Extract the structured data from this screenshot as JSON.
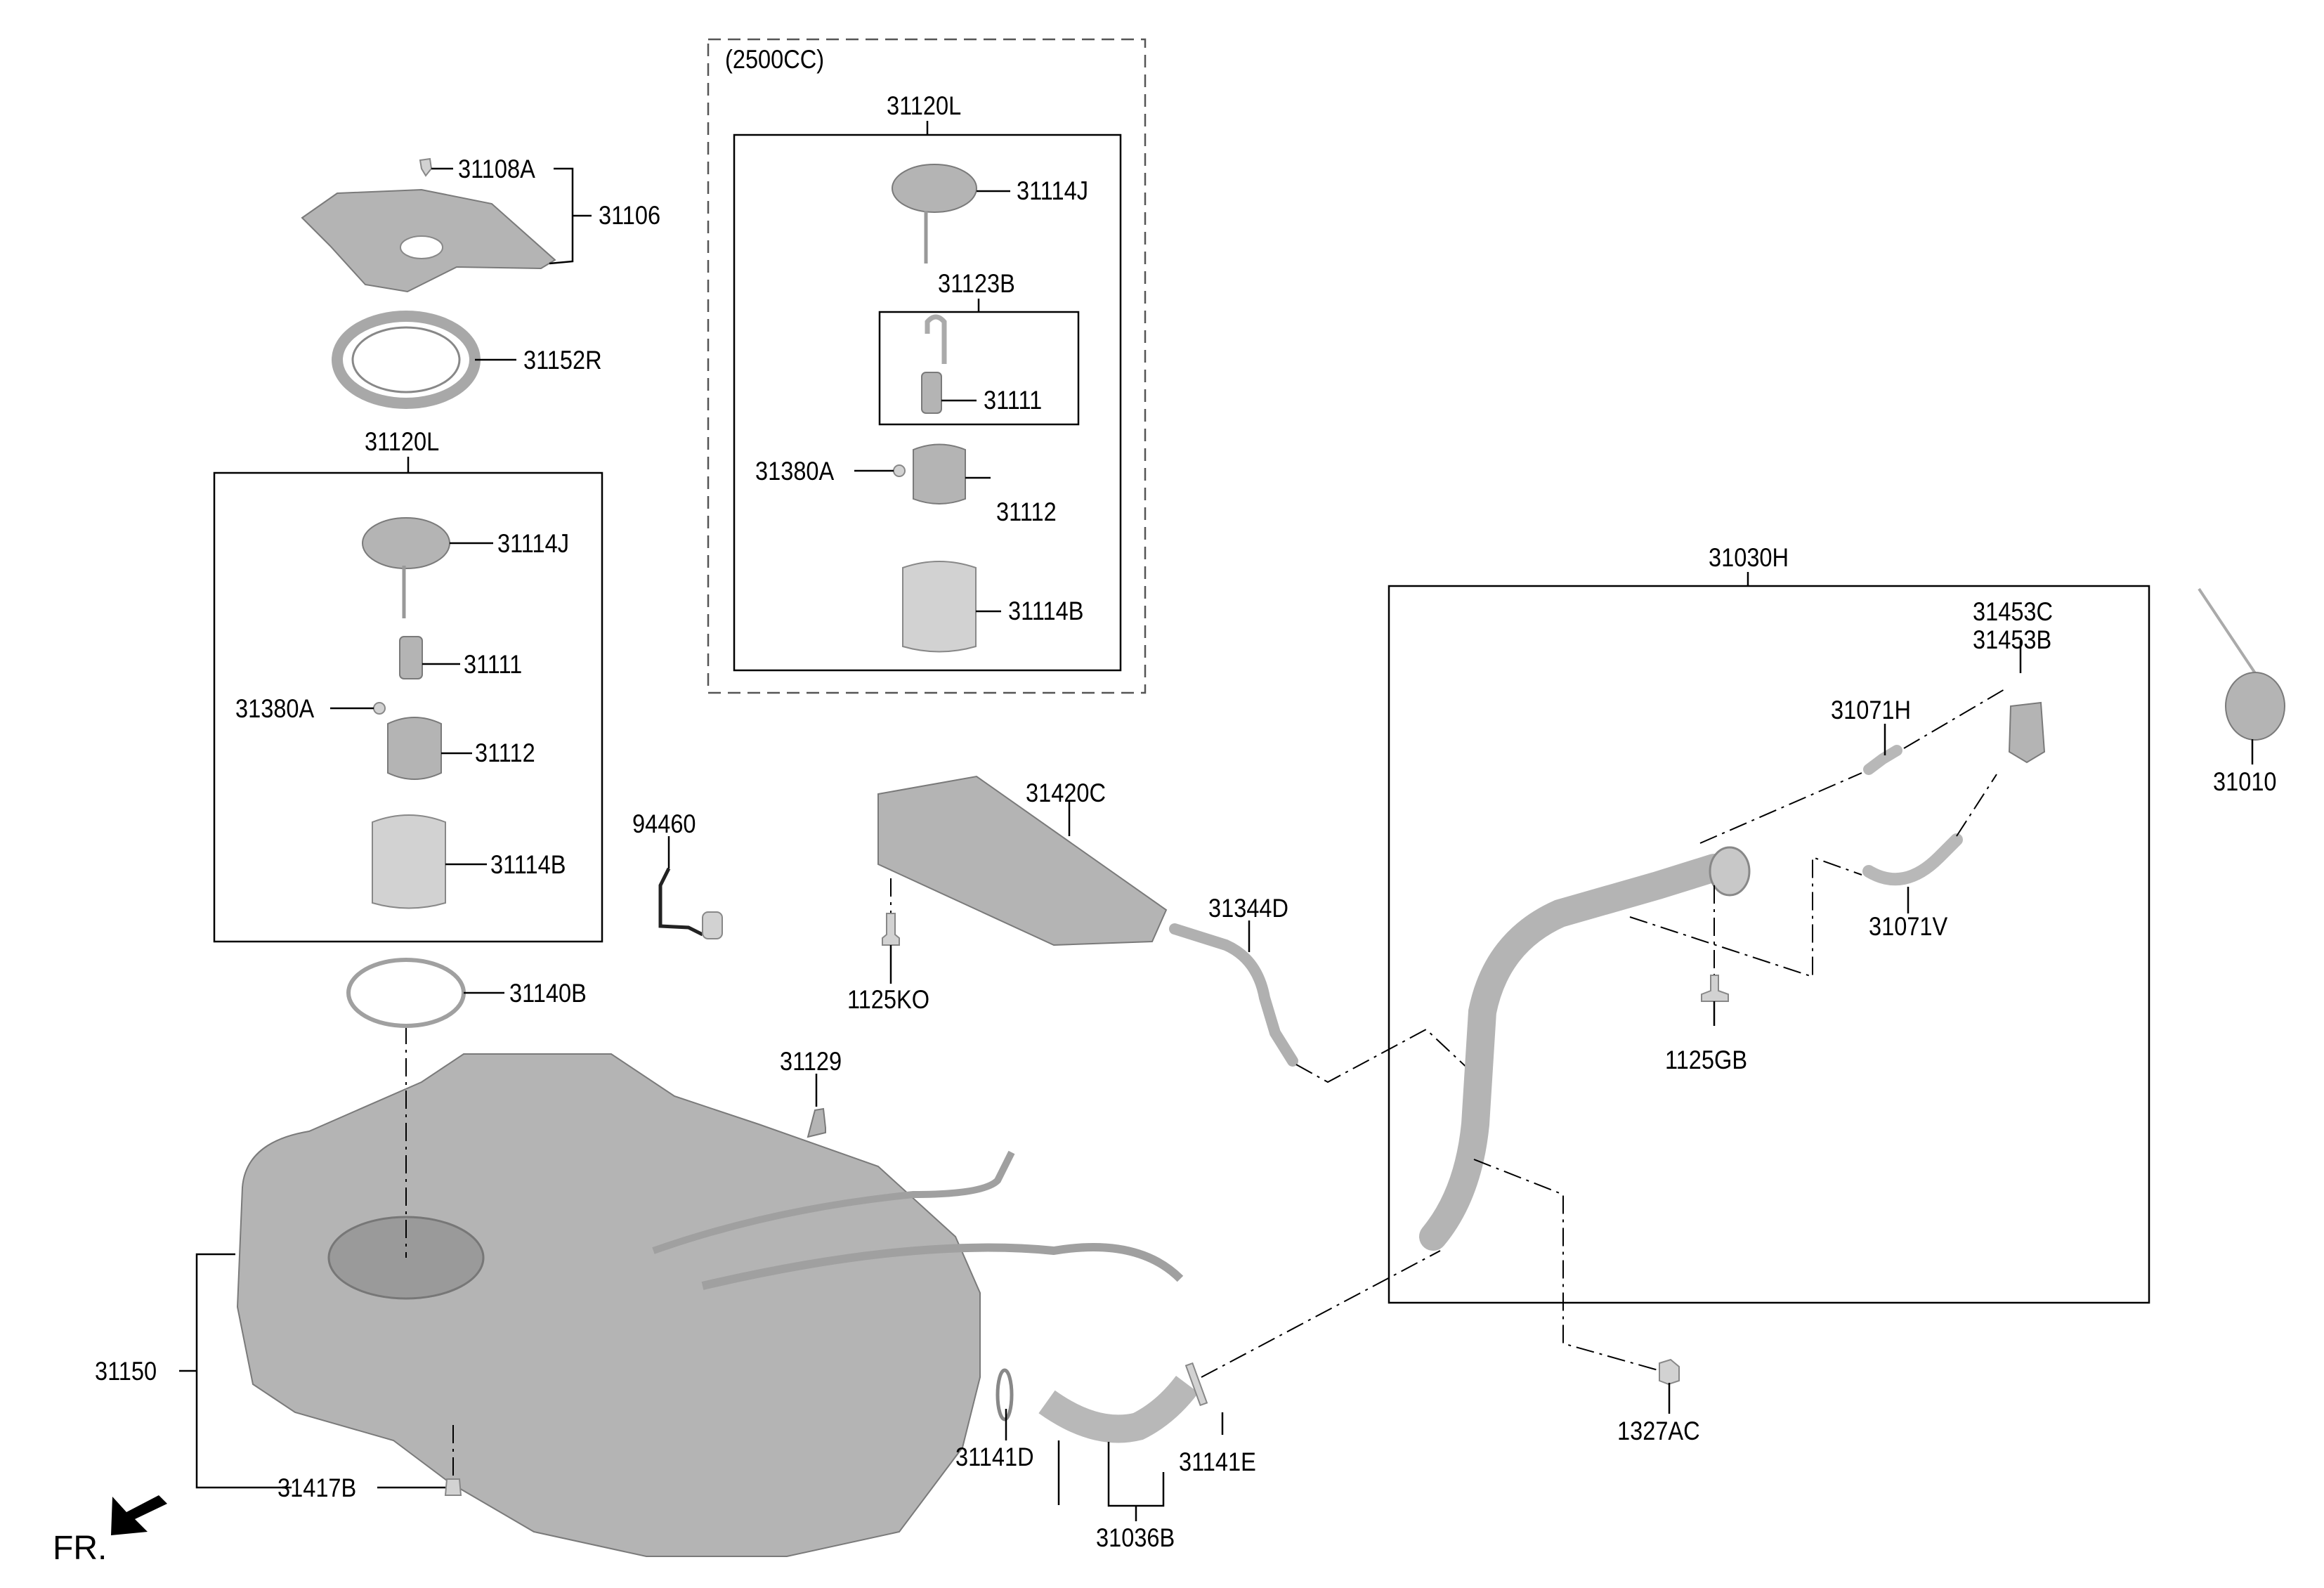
{
  "diagram": {
    "title": "Fuel Tank Assembly Exploded View",
    "variant_label": "(2500CC)",
    "direction_label": "FR.",
    "groups": {
      "base_pump_module": "31120L",
      "cc2500_pump_module": "31120L",
      "cc2500_pump_subassy": "31123B",
      "filler_neck_assy": "31030H",
      "fuel_tank_group": "31150",
      "filler_hose_assy": "31036B",
      "protector_group": "31106"
    },
    "labels": {
      "p31108A": "31108A",
      "p31106": "31106",
      "p31152R": "31152R",
      "g31120L_a": "31120L",
      "a31114J": "31114J",
      "a31111": "31111",
      "a31380A": "31380A",
      "a31112": "31112",
      "a31114B": "31114B",
      "g31120L_b": "31120L",
      "b31114J": "31114J",
      "g31123B": "31123B",
      "b31111": "31111",
      "b31380A": "31380A",
      "b31112": "31112",
      "b31114B": "31114B",
      "p94460": "94460",
      "p31420C": "31420C",
      "p1125KO": "1125KO",
      "p31344D": "31344D",
      "p31140B": "31140B",
      "p31129": "31129",
      "p31150": "31150",
      "p31417B": "31417B",
      "p31141D": "31141D",
      "p31141E": "31141E",
      "p31036B": "31036B",
      "g31030H": "31030H",
      "p31453C": "31453C",
      "p31453B": "31453B",
      "p31071H": "31071H",
      "p31071V": "31071V",
      "p1125GB": "1125GB",
      "p1327AC": "1327AC",
      "p31010": "31010"
    },
    "colors": {
      "part_fill": "#b4b4b4",
      "line": "#000000",
      "background": "#ffffff"
    }
  }
}
